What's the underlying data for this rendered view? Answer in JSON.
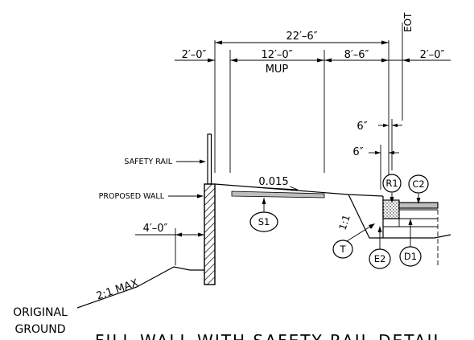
{
  "dimensions": {
    "overall": "22′–6″",
    "left_offset": "2′–0″",
    "mup_width": "12′–0″",
    "mid_width": "8′–6″",
    "right_offset": "2′–0″",
    "upper_curb": "6″",
    "lower_curb": "6″",
    "wall_offset": "4′–0″"
  },
  "labels": {
    "mup": "MUP",
    "eot": "EOT",
    "safety_rail": "SAFETY RAIL",
    "proposed_wall": "PROPOSED WALL",
    "slope_value": "0.015",
    "side_slope": "1:1",
    "fill_slope": "2:1 MAX",
    "original_ground_line1": "ORIGINAL",
    "original_ground_line2": "GROUND"
  },
  "callouts": {
    "s1": "S1",
    "t": "T",
    "r1": "R1",
    "c2": "C2",
    "e2": "E2",
    "d1": "D1"
  },
  "title": "FILL WALL WITH SAFETY RAIL DETAIL",
  "colors": {
    "line": "#000000",
    "pavement": "#bdbdbd",
    "background": "#ffffff"
  }
}
